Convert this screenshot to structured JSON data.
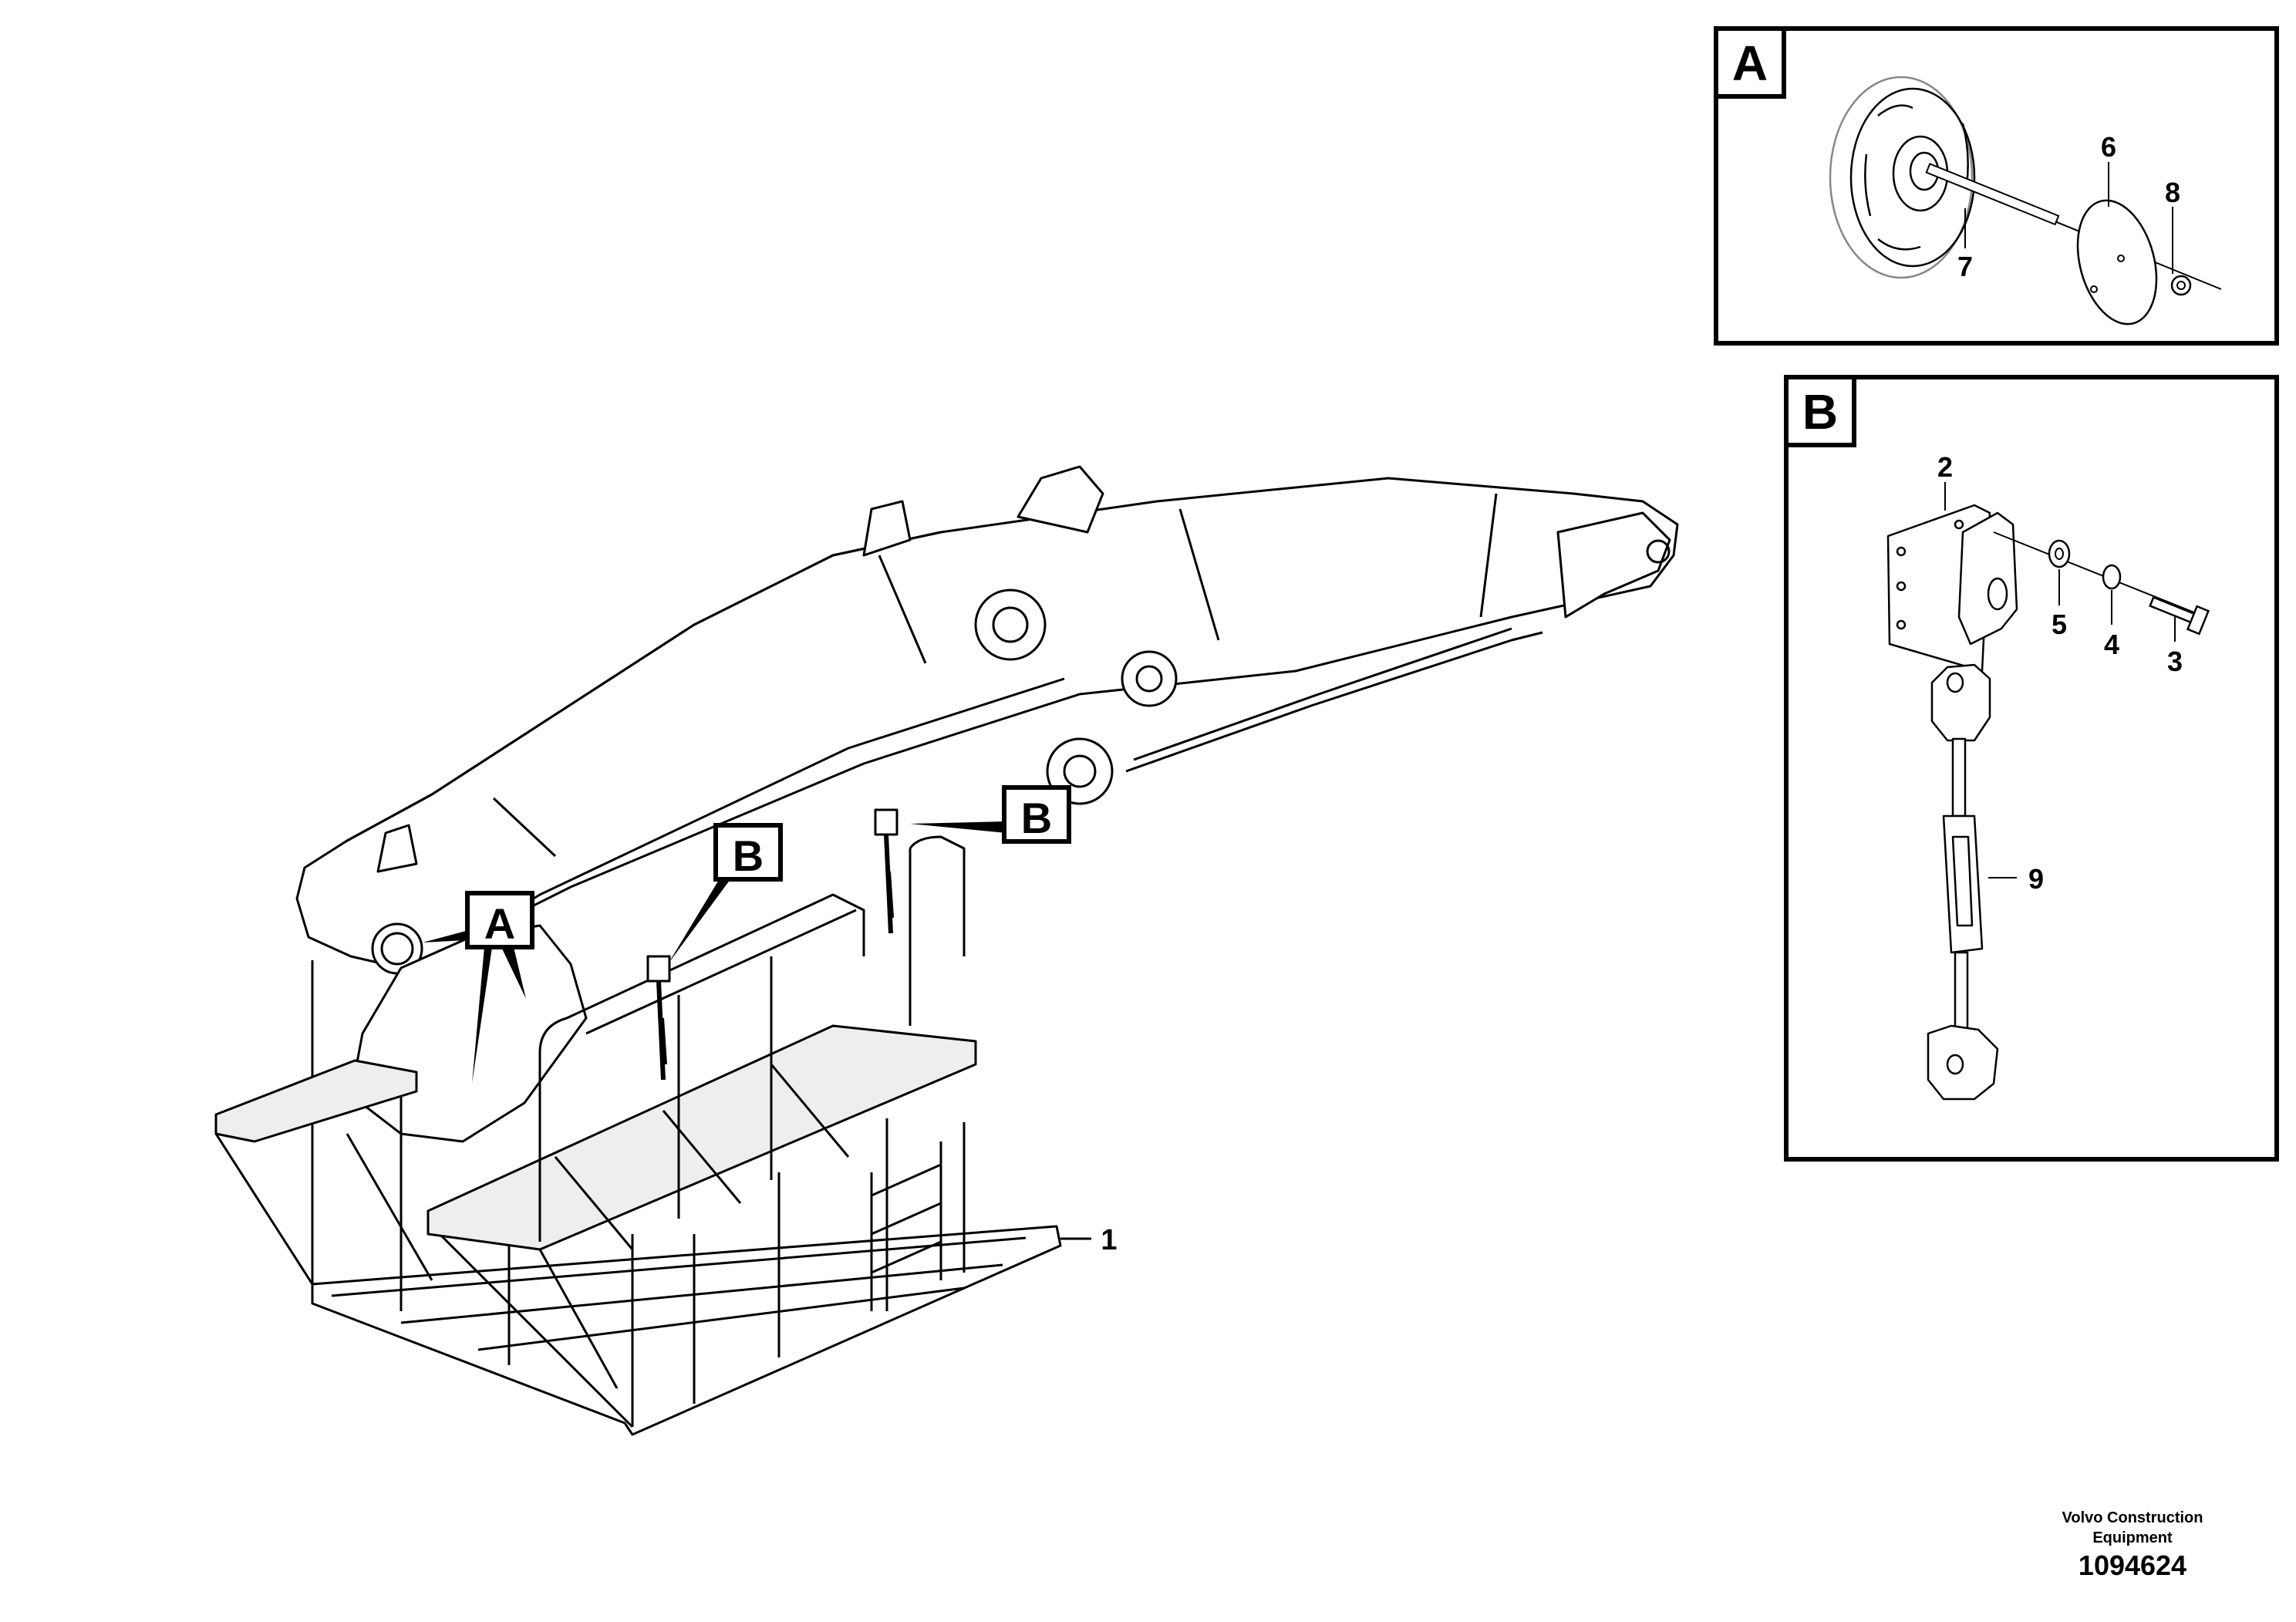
{
  "callouts": {
    "main_A": "A",
    "main_B_left": "B",
    "main_B_right": "B",
    "part_1": "1"
  },
  "detail_A": {
    "tag": "A",
    "parts": {
      "p6": "6",
      "p7": "7",
      "p8": "8"
    }
  },
  "detail_B": {
    "tag": "B",
    "parts": {
      "p2": "2",
      "p3": "3",
      "p4": "4",
      "p5": "5",
      "p9": "9"
    }
  },
  "footer": {
    "line1": "Volvo Construction",
    "line2": "Equipment",
    "doc_number": "1094624"
  }
}
